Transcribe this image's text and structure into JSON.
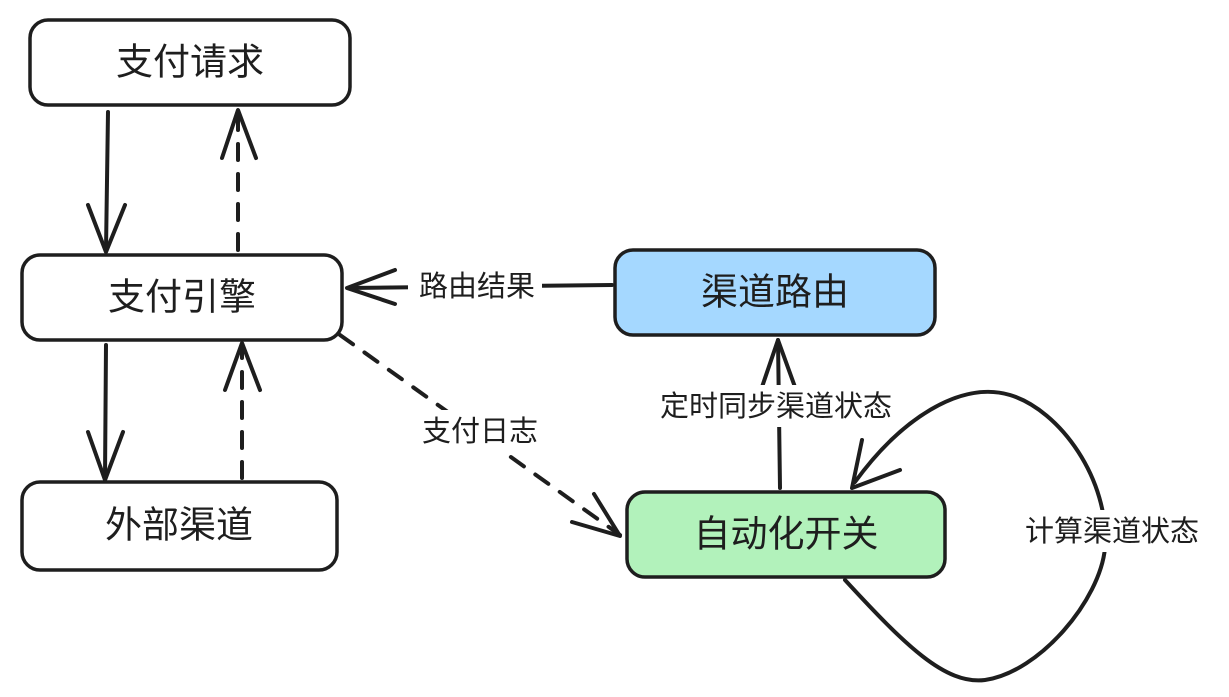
{
  "nodes": {
    "payment_request": "支付请求",
    "payment_engine": "支付引擎",
    "external_channel": "外部渠道",
    "channel_routing": "渠道路由",
    "automation_switch": "自动化开关"
  },
  "edges": {
    "routing_result": "路由结果",
    "payment_log": "支付日志",
    "sync_channel_status": "定时同步渠道状态",
    "compute_channel_status": "计算渠道状态"
  },
  "colors": {
    "stroke": "#1e1e1e",
    "node_default": "#ffffff",
    "channel_routing_fill": "#a5d8ff",
    "automation_switch_fill": "#b2f2bb"
  }
}
